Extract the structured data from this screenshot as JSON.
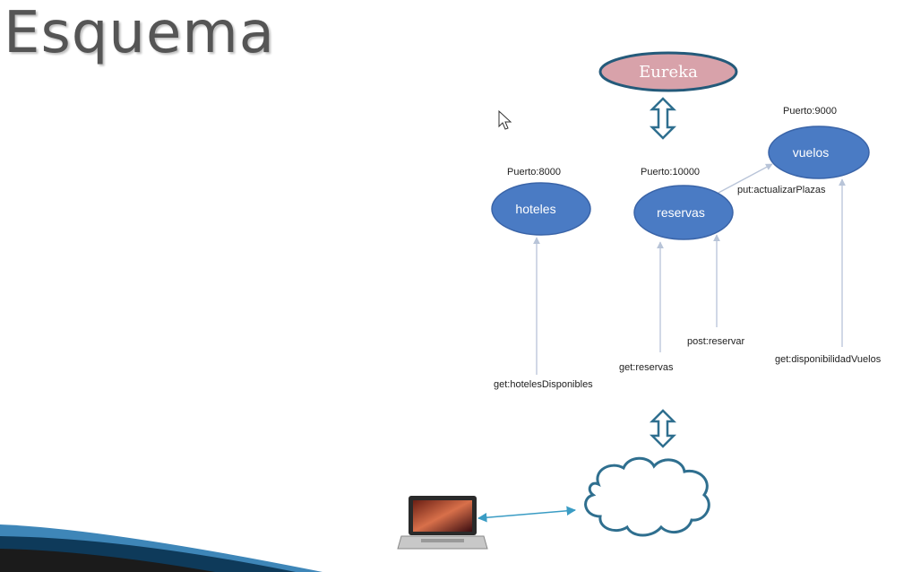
{
  "slide": {
    "title": "Esquema"
  },
  "diagram": {
    "eureka": {
      "label": "Eureka"
    },
    "hoteles": {
      "label": "hoteles",
      "port": "Puerto:8000"
    },
    "reservas": {
      "label": "reservas",
      "port": "Puerto:10000"
    },
    "vuelos": {
      "label": "vuelos",
      "port": "Puerto:9000"
    },
    "edges": {
      "put_actualizar": "put:actualizarPlazas",
      "get_hoteles": "get:hotelesDisponibles",
      "get_reservas": "get:reservas",
      "post_reservar": "post:reservar",
      "get_disponibilidad": "get:disponibilidadVuelos"
    }
  },
  "colors": {
    "node_fill": "#4a7bc4",
    "node_stroke": "#3a64a8",
    "eureka_fill": "#d8a2aa",
    "eureka_stroke": "#245a7a",
    "arrow": "#2f6f8f",
    "line": "#b8c4d8",
    "title": "#555555"
  }
}
